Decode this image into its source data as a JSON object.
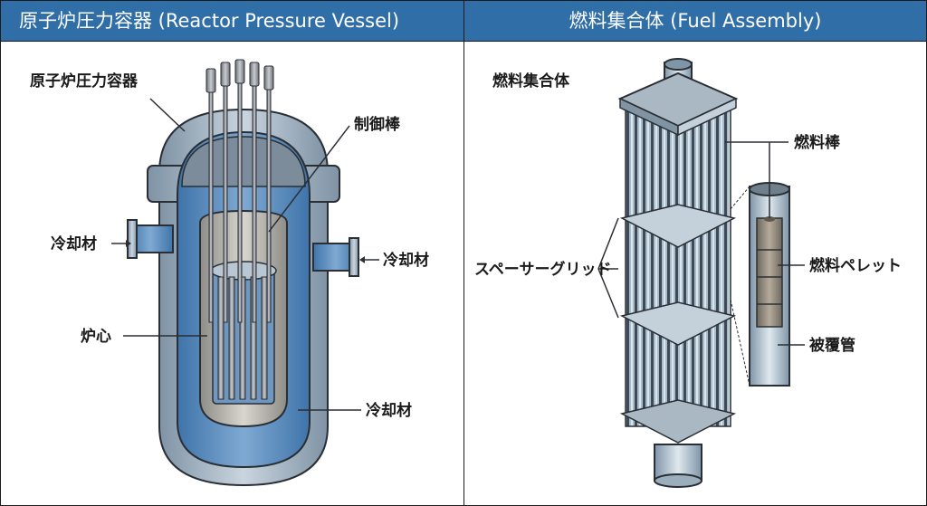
{
  "panels": {
    "left": {
      "title": "原子炉圧力容器 (Reactor Pressure Vessel)",
      "labels": {
        "vessel": "原子炉圧力容器",
        "control_rod": "制御棒",
        "coolant_inlet": "冷却材",
        "coolant_outlet": "冷却材",
        "core": "炉心",
        "coolant_inside": "冷却材"
      }
    },
    "right": {
      "title": "燃料集合体 (Fuel Assembly)",
      "labels": {
        "assembly": "燃料集合体",
        "fuel_rod": "燃料棒",
        "spacer_grid": "スペーサーグリッド",
        "fuel_pellet": "燃料ペレット",
        "cladding": "被覆管"
      }
    }
  },
  "colors": {
    "header_bg": "#2f6ea7",
    "header_text": "#ffffff",
    "coolant_blue": "#5b8fc2",
    "steel_gray": "#a9b6c1",
    "pellet_brown": "#8a8174"
  }
}
